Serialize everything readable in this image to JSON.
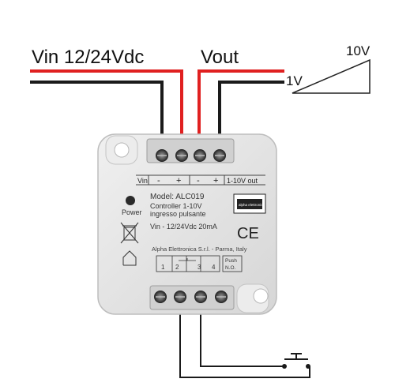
{
  "labels": {
    "vin": "Vin 12/24Vdc",
    "vout": "Vout",
    "ramp_high": "10V",
    "ramp_low": "1V"
  },
  "device": {
    "terminal_in": "Vin",
    "minus": "-",
    "plus": "+",
    "terminal_out": "1-10V out",
    "model": "Model: ALC019",
    "desc_line1": "Controller 1-10V",
    "desc_line2": "ingresso pulsante",
    "power_label": "Power",
    "rating": "Vin - 12/24Vdc 20mA",
    "manufacturer": "Alpha Elettronica S.r.l. - Parma, Italy",
    "push_label_1": "Push",
    "push_label_2": "N.O.",
    "pin_1": "1",
    "pin_2": "2",
    "pin_3": "3",
    "pin_4": "4",
    "ce_mark": "CE",
    "logo_text": "alpha elettronica"
  },
  "colors": {
    "wire_red": "#e02020",
    "wire_black": "#1a1a1a",
    "housing": "#e6e6e6",
    "housing_edge": "#bdbdbd",
    "terminal": "#2a2a2a"
  }
}
